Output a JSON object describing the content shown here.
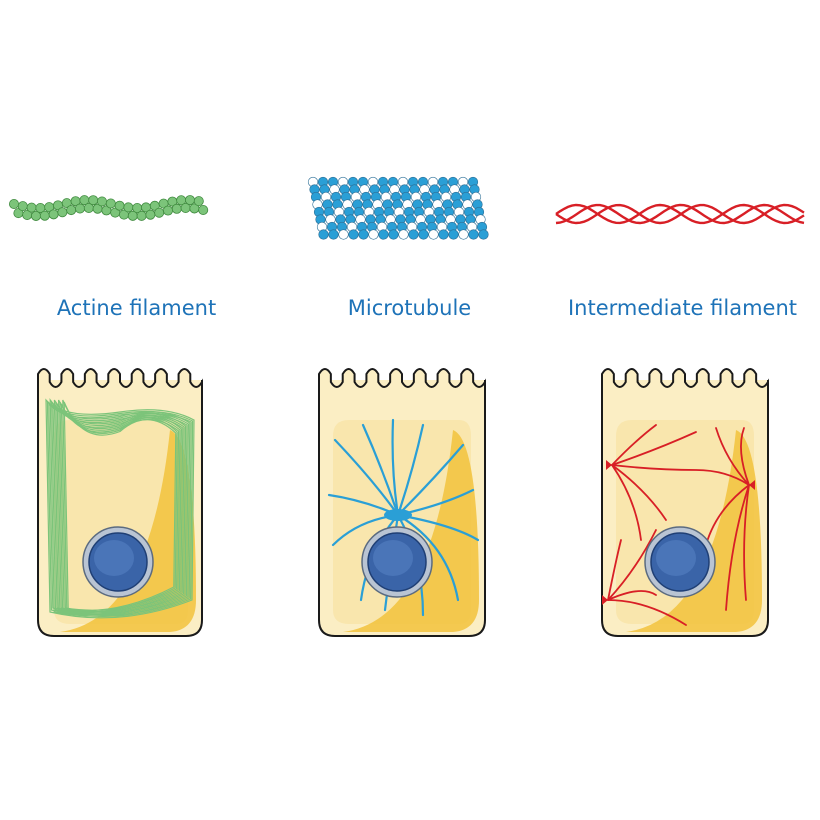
{
  "colors": {
    "label": "#1e73b8",
    "actin": "#7cc47a",
    "actin_dark": "#3f8a3e",
    "microtubule": "#2a9fd6",
    "microtubule_light": "#ffffff",
    "intermediate": "#d81f26",
    "cytoplasm": "#fbeec4",
    "cytoplasm_inner": "#f9e6ad",
    "cell_shadow": "#f2c23c",
    "nucleus": "#3a64a8",
    "nucleus_rim": "#b9c4d3"
  },
  "panels": [
    {
      "label": "Actine filament",
      "type": "actin"
    },
    {
      "label": "Microtubule",
      "type": "microtubule"
    },
    {
      "label": "Intermediate filament",
      "type": "intermediate"
    }
  ]
}
